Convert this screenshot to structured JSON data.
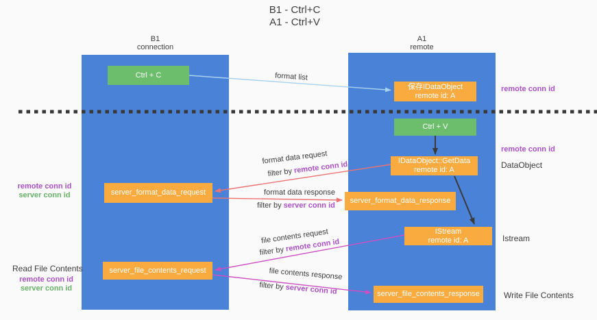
{
  "title": {
    "line1": "B1 - Ctrl+C",
    "line2": "A1 - Ctrl+V"
  },
  "lanes": {
    "left": {
      "title": "B1",
      "subtitle": "connection"
    },
    "right": {
      "title": "A1",
      "subtitle": "remote"
    }
  },
  "boxes": {
    "ctrl_c": {
      "label": "Ctrl + C"
    },
    "ctrl_v": {
      "label": "Ctrl + V"
    },
    "save_idataobject": {
      "line1": "保存IDataObject",
      "line2": "remote id: A"
    },
    "idataobject_getdata": {
      "line1": "IDataObject::GetData",
      "line2": "remote id: A"
    },
    "istream": {
      "line1": "IStream",
      "line2": "remote id: A"
    },
    "server_format_data_request": {
      "label": "server_format_data_request"
    },
    "server_format_data_response": {
      "label": "server_format_data_response"
    },
    "server_file_contents_request": {
      "label": "server_file_contents_request"
    },
    "server_file_contents_response": {
      "label": "server_file_contents_response"
    }
  },
  "labels": {
    "format_list": "format list",
    "format_data_request": "format data request",
    "format_data_response": "format data response",
    "file_contents_request": "file contents request",
    "file_contents_response": "file contents response",
    "filter_by": "filter by ",
    "remote_conn_id": "remote conn id",
    "server_conn_id": "server conn id",
    "dataobject": "DataObject",
    "istream": "Istream",
    "read_file_contents": "Read File Contents",
    "write_file_contents": "Write File Contents"
  },
  "colors": {
    "lane_blue": "#4a82d8",
    "box_green": "#6cbe6c",
    "box_orange": "#f9ab40",
    "arrow_lightblue": "#a8d2f0",
    "arrow_salmon": "#eb7373",
    "arrow_magenta": "#cd50c3",
    "arrow_black": "#3a3a3a",
    "text_purple": "#ab4fc7",
    "text_green": "#67b168"
  }
}
